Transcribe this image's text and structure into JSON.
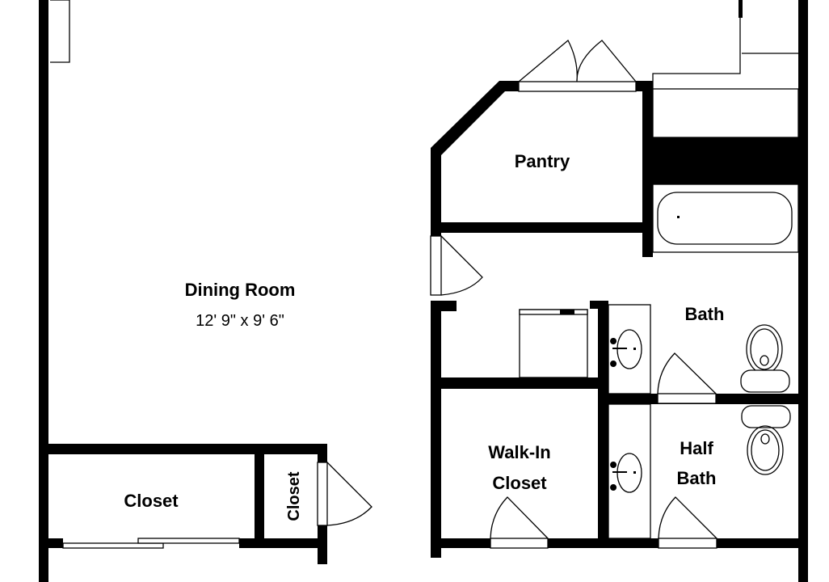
{
  "plan": {
    "rooms": {
      "dining_room": {
        "name": "Dining Room",
        "dimensions": "12' 9\" x 9' 6\""
      },
      "pantry": {
        "name": "Pantry"
      },
      "bath": {
        "name": "Bath"
      },
      "walk_in_closet": {
        "line1": "Walk-In",
        "line2": "Closet"
      },
      "half_bath": {
        "line1": "Half",
        "line2": "Bath"
      },
      "closet_large": {
        "name": "Closet"
      },
      "closet_small": {
        "name": "Closet"
      }
    },
    "colors": {
      "wall": "#000000",
      "background": "#ffffff"
    }
  }
}
